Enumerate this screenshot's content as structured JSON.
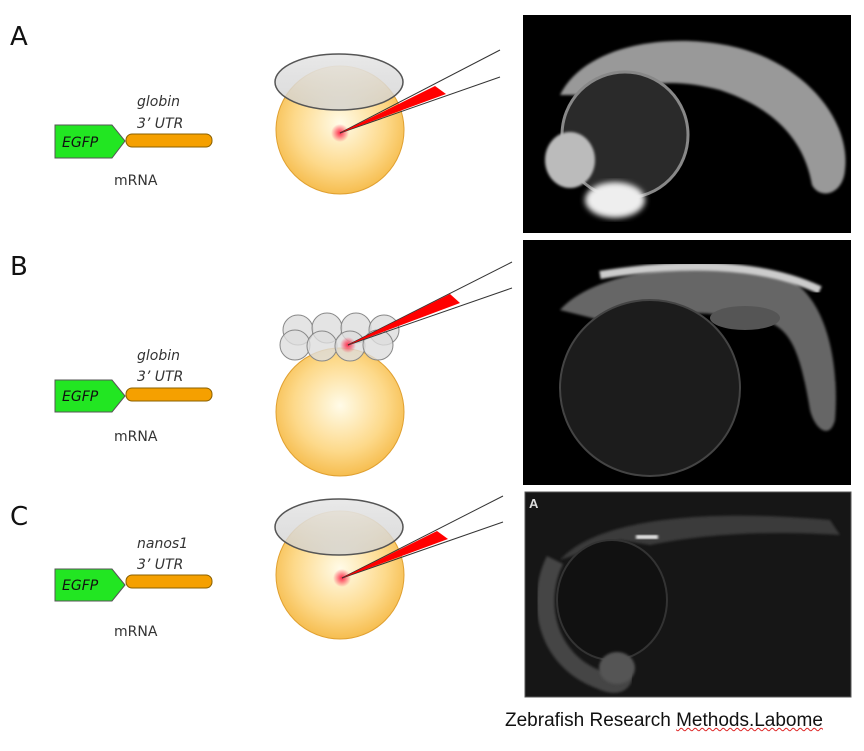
{
  "panels": [
    {
      "label": "A",
      "gene": "EGFP",
      "utr_name": "globin",
      "utr_label": "3’ UTR",
      "molecule": "mRNA",
      "embryo_stage": "one-cell"
    },
    {
      "label": "B",
      "gene": "EGFP",
      "utr_name": "globin",
      "utr_label": "3’ UTR",
      "molecule": "mRNA",
      "embryo_stage": "multi-cell"
    },
    {
      "label": "C",
      "gene": "EGFP",
      "utr_name": "nanos1",
      "utr_label": "3’ UTR",
      "molecule": "mRNA",
      "embryo_stage": "one-cell",
      "inset_label": "A"
    }
  ],
  "caption": {
    "part1": "Zebrafish Research ",
    "part2": "Methods.Labome"
  },
  "colors": {
    "egfp": "#22e622",
    "utr": "#f5a000",
    "needle": "#ff0000",
    "yolk": "#f7c04a"
  }
}
